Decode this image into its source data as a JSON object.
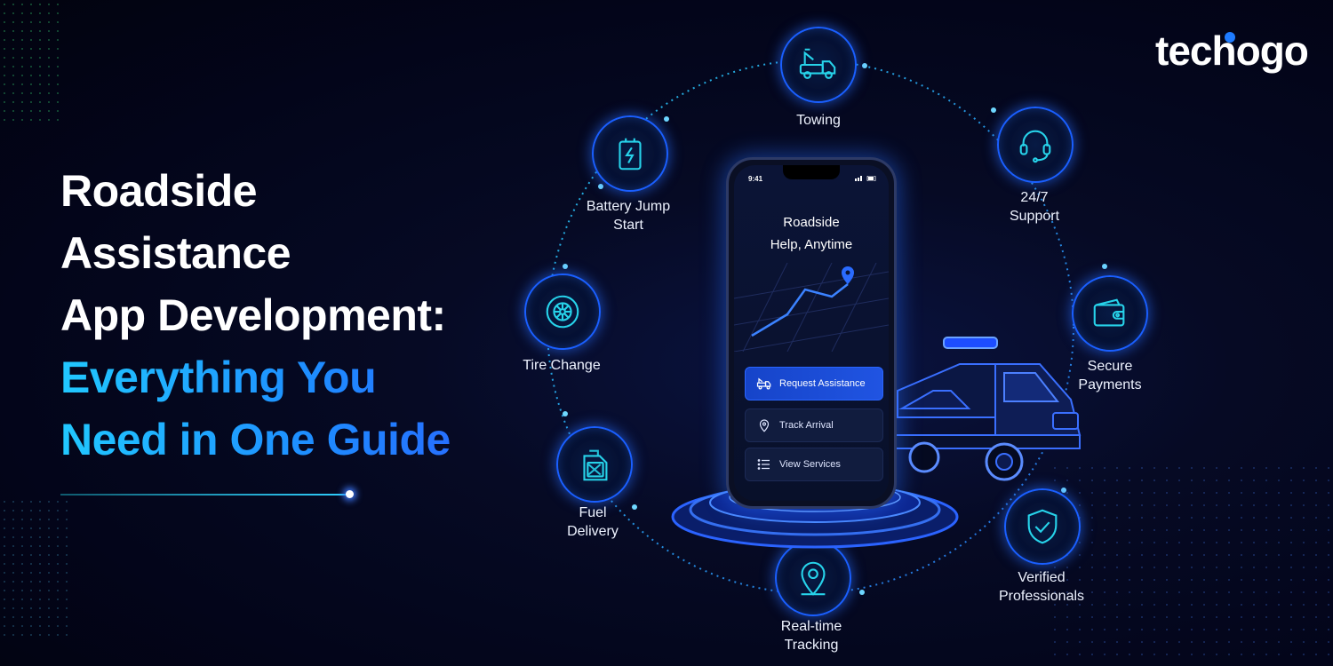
{
  "headline": {
    "line1": "Roadside",
    "line2": "Assistance",
    "line3": "App Development:",
    "line4": "Everything You",
    "line5": "Need in One Guide"
  },
  "logo": {
    "text_pre": "tech",
    "text_o": "o",
    "text_post": "go"
  },
  "phone": {
    "time": "9:41",
    "title1": "Roadside",
    "title2": "Help, Anytime",
    "buttons": [
      {
        "label": "Request Assistance",
        "icon": "tow-truck-icon"
      },
      {
        "label": "Track Arrival",
        "icon": "location-pin-icon"
      },
      {
        "label": "View Services",
        "icon": "list-icon"
      }
    ]
  },
  "features": [
    {
      "label": "Towing",
      "icon": "tow-truck-icon"
    },
    {
      "label": "24/7\nSupport",
      "icon": "headset-icon"
    },
    {
      "label": "Secure\nPayments",
      "icon": "wallet-icon"
    },
    {
      "label": "Verified\nProfessionals",
      "icon": "shield-check-icon"
    },
    {
      "label": "Real-time\nTracking",
      "icon": "location-pin-icon"
    },
    {
      "label": "Fuel\nDelivery",
      "icon": "fuel-can-icon"
    },
    {
      "label": "Tire Change",
      "icon": "tire-icon"
    },
    {
      "label": "Battery Jump\nStart",
      "icon": "battery-icon"
    }
  ],
  "colors": {
    "accent": "#21c8ff",
    "blue": "#1e6bff",
    "background": "#04071a"
  }
}
